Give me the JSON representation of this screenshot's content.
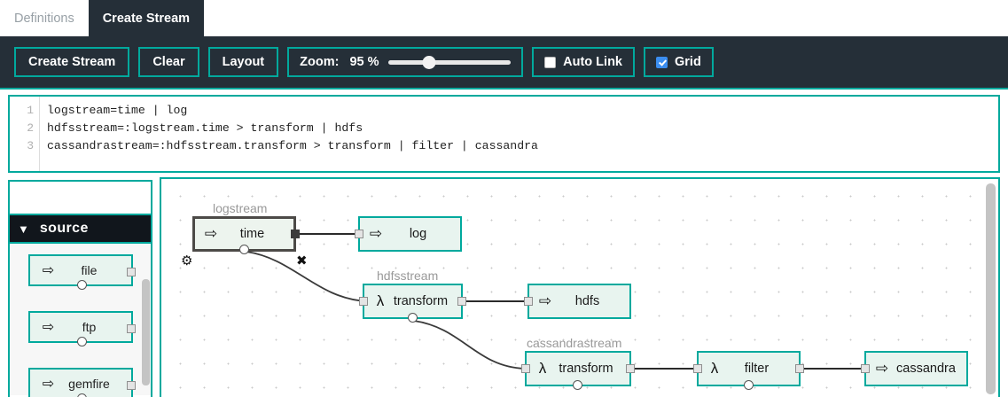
{
  "tabs": [
    {
      "label": "Definitions",
      "active": false
    },
    {
      "label": "Create Stream",
      "active": true
    }
  ],
  "toolbar": {
    "create_stream_label": "Create Stream",
    "clear_label": "Clear",
    "layout_label": "Layout",
    "zoom_label": "Zoom:",
    "zoom_value": "95 %",
    "zoom_percent": 95,
    "auto_link_label": "Auto Link",
    "auto_link_checked": false,
    "grid_label": "Grid",
    "grid_checked": true
  },
  "editor": {
    "line_numbers": [
      "1",
      "2",
      "3"
    ],
    "lines": [
      "logstream=time | log",
      "hdfsstream=:logstream.time > transform | hdfs",
      "cassandrastream=:hdfsstream.transform > transform | filter | cassandra"
    ]
  },
  "palette": {
    "search_value": "",
    "search_placeholder": "",
    "group_label": "source",
    "group_expanded": true,
    "items": [
      {
        "name": "file",
        "icon": "⇨"
      },
      {
        "name": "ftp",
        "icon": "⇨"
      },
      {
        "name": "gemfire",
        "icon": "⇨"
      }
    ]
  },
  "canvas": {
    "stream_labels": [
      {
        "text": "logstream"
      },
      {
        "text": "hdfsstream"
      },
      {
        "text": "cassandrastream"
      }
    ],
    "nodes": [
      {
        "name": "time",
        "icon": "⇨",
        "selected": true
      },
      {
        "name": "log",
        "icon": "⇨",
        "selected": false
      },
      {
        "name": "transform",
        "icon": "λ",
        "selected": false
      },
      {
        "name": "hdfs",
        "icon": "⇨",
        "selected": false
      },
      {
        "name": "transform",
        "icon": "λ",
        "selected": false
      },
      {
        "name": "filter",
        "icon": "λ",
        "selected": false
      },
      {
        "name": "cassandra",
        "icon": "⇨",
        "selected": false
      }
    ],
    "gear_icon": "⚙",
    "delete_icon": "✖"
  },
  "colors": {
    "accent_teal": "#00a99d",
    "toolbar_dark": "#252f38",
    "node_fill": "#e8f4ef",
    "checkbox_blue": "#3b8ef0",
    "label_gray": "#999999"
  }
}
